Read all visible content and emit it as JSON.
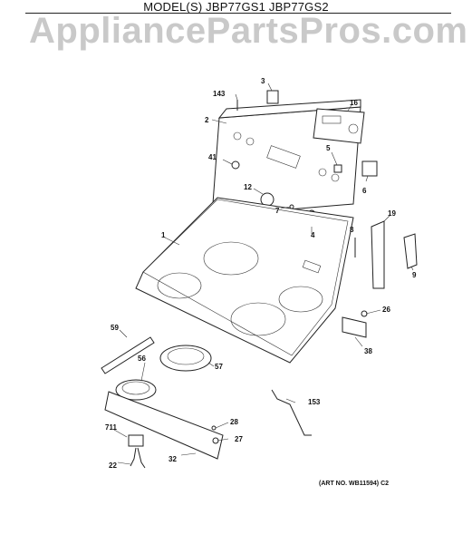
{
  "header": {
    "model": "MODEL(S) JBP77GS1  JBP77GS2",
    "watermark": "AppliancePartsPros.com"
  },
  "art_number": "(ART NO. WB11594) C2",
  "callouts": [
    "1",
    "2",
    "3",
    "4",
    "5",
    "6",
    "7",
    "8",
    "9",
    "12",
    "16",
    "19",
    "22",
    "26",
    "27",
    "28",
    "32",
    "38",
    "41",
    "56",
    "57",
    "59",
    "143",
    "153",
    "711"
  ]
}
